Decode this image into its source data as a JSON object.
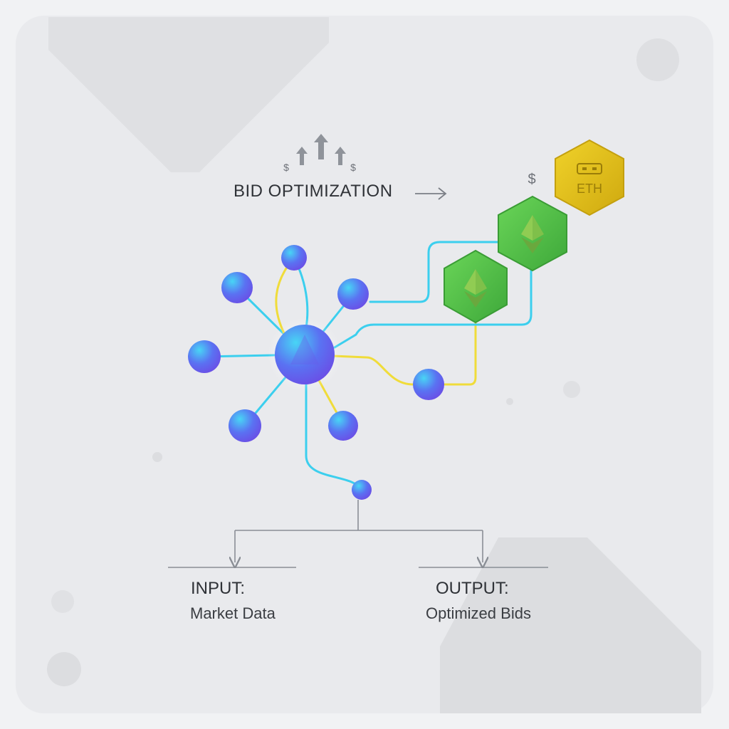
{
  "diagram": {
    "title": "BID OPTIMIZATION",
    "dollar_symbol": "$",
    "input": {
      "label": "INPUT:",
      "text": "Market Data"
    },
    "output": {
      "label": "OUTPUT:",
      "text": "Optimized Bids"
    },
    "tokens": [
      {
        "type": "ethereum-icon",
        "color": "#58c24a"
      },
      {
        "type": "ethereum-icon",
        "color": "#58c24a"
      },
      {
        "type": "coin-icon",
        "label": "ETH",
        "color": "#e3c21c"
      }
    ],
    "colors": {
      "node": "#5b6ff2",
      "node_highlight": "#3fc7f2",
      "link_cyan": "#3ccfee",
      "link_yellow": "#f0dc3a",
      "connector": "#8a8e95"
    }
  }
}
